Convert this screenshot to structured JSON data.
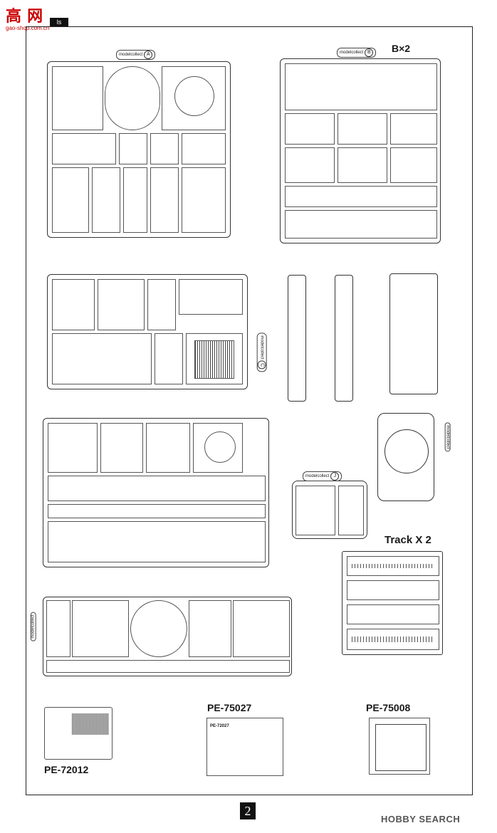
{
  "header": {
    "logo_text": "高 网",
    "logo_sub": "ls",
    "logo_url": "gao-shop.com.cn"
  },
  "sprues": {
    "a_tag": "modelcollect",
    "a_letter": "A",
    "b_tag": "modelcollect",
    "b_letter": "B",
    "b_count": "B×2",
    "c_tag": "modelcollect",
    "c_letter": "C",
    "j_tag": "modelcollect",
    "j_letter": "J",
    "d_tag": "modelcollect",
    "e_tag": "modelcollect"
  },
  "track": {
    "label": "Track X 2"
  },
  "photo_etch": {
    "pe1": "PE-72012",
    "pe2": "PE-75027",
    "pe2_inner": "PE-72027",
    "pe3": "PE-75008"
  },
  "footer": {
    "page_number": "2",
    "brand": "HOBBY SEARCH"
  },
  "colors": {
    "line": "#333333",
    "logo_red": "#cc0000"
  }
}
